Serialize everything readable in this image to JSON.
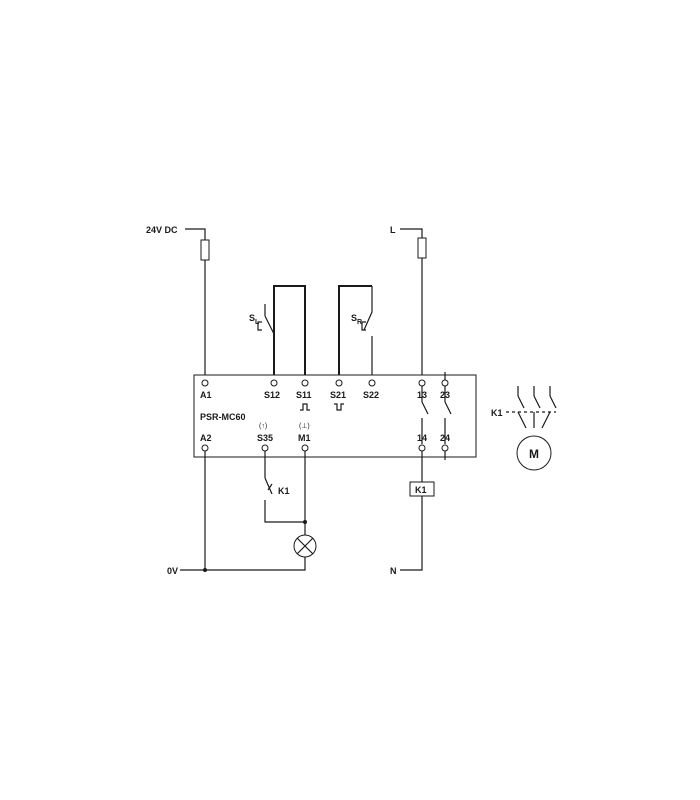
{
  "supply": {
    "dc_plus": "24V DC",
    "dc_zero": "0V",
    "line": "L",
    "neutral": "N"
  },
  "module": {
    "name": "PSR-MC60",
    "top_terminals": [
      "A1",
      "S12",
      "S11",
      "S21",
      "S22",
      "13",
      "23"
    ],
    "bottom_terminals": [
      "A2",
      "S35",
      "M1",
      "14",
      "24"
    ],
    "s35_marker": "(↑)",
    "m1_marker": "(⊥)"
  },
  "devices": {
    "switch_left": {
      "main": "S",
      "sub": "L"
    },
    "switch_right": {
      "main": "S",
      "sub": "R"
    },
    "contact_k1": "K1",
    "coil_k1": "K1",
    "motor_contacts_k1": "K1",
    "motor": "M"
  }
}
